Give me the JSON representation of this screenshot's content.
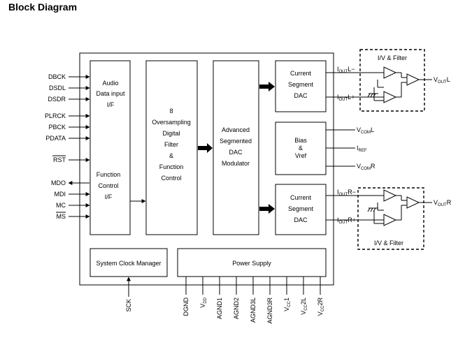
{
  "title": "Block Diagram",
  "left_inputs": {
    "dbck": "DBCK",
    "dsdl": "DSDL",
    "dsdr": "DSDR",
    "plrck": "PLRCK",
    "pbck": "PBCK",
    "pdata": "PDATA",
    "rst": "RST",
    "mdo": "MDO",
    "mdi": "MDI",
    "mc": "MC",
    "ms": "MS"
  },
  "audio_if": {
    "line1": "Audio",
    "line2": "Data input",
    "line3": "I/F"
  },
  "function_ctrl": {
    "line1": "Function",
    "line2": "Control",
    "line3": "I/F"
  },
  "filter": {
    "line1": "8",
    "line2": "Oversampling",
    "line3": "Digital",
    "line4": "Filter",
    "line5": "&",
    "line6": "Function",
    "line7": "Control"
  },
  "modulator": {
    "line1": "Advanced",
    "line2": "Segmented",
    "line3": "DAC",
    "line4": "Modulator"
  },
  "dac_top": {
    "line1": "Current",
    "line2": "Segment",
    "line3": "DAC"
  },
  "bias": {
    "line1": "Bias",
    "line2": "&",
    "line3": "Vref"
  },
  "dac_bottom": {
    "line1": "Current",
    "line2": "Segment",
    "line3": "DAC"
  },
  "clock_manager": "System Clock Manager",
  "power_supply": "Power Supply",
  "iv_filter_top": "I/V & Filter",
  "iv_filter_bottom": "I/V & Filter",
  "signals": {
    "iout_l_minus": {
      "main": "I",
      "sub": "OUT",
      "suffix": "L−"
    },
    "iout_l_plus": {
      "main": "I",
      "sub": "OUT",
      "suffix": "L+"
    },
    "iout_r_minus": {
      "main": "I",
      "sub": "OUT",
      "suffix": "R−"
    },
    "iout_r_plus": {
      "main": "I",
      "sub": "OUT",
      "suffix": "R+"
    },
    "vout_l": {
      "main": "V",
      "sub": "OUT",
      "suffix": "L"
    },
    "vout_r": {
      "main": "V",
      "sub": "OUT",
      "suffix": "R"
    },
    "vcom_l": {
      "main": "V",
      "sub": "COM",
      "suffix": "L"
    },
    "iref": {
      "main": "I",
      "sub": "REF",
      "suffix": ""
    },
    "vcom_r": {
      "main": "V",
      "sub": "COM",
      "suffix": "R"
    }
  },
  "bottom_pins": {
    "sck": "SCK",
    "dgnd": "DGND",
    "vdd": {
      "main": "V",
      "sub": "DD",
      "suffix": ""
    },
    "agnd1": "AGND1",
    "agnd2": "AGND2",
    "agnd3l": "AGND3L",
    "agnd3r": "AGND3R",
    "vcc1": {
      "main": "V",
      "sub": "CC",
      "suffix": "1"
    },
    "vcc2l": {
      "main": "V",
      "sub": "CC",
      "suffix": "2L"
    },
    "vcc2r": {
      "main": "V",
      "sub": "CC",
      "suffix": "2R"
    }
  }
}
